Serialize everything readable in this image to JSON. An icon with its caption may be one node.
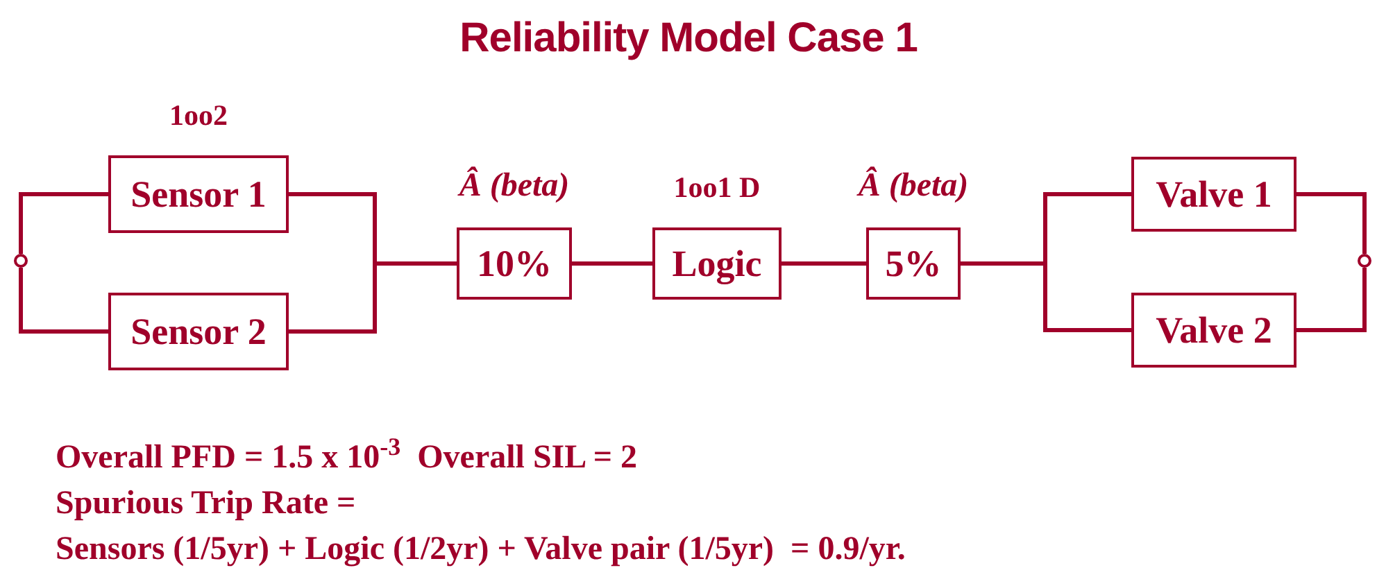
{
  "diagram": {
    "title": "Reliability Model Case 1",
    "nodes": [
      {
        "text": [],
        "shape": "circle"
      },
      {
        "text": [
          "Sensor 1"
        ],
        "beside": [
          "1oo2"
        ]
      },
      {
        "text": [
          "Sensor 2"
        ]
      },
      {
        "text": [
          "10%"
        ],
        "beside": [
          "Â (beta)"
        ]
      },
      {
        "text": [
          "Logic"
        ],
        "beside": [
          "1oo1 D"
        ]
      },
      {
        "text": [
          "5%"
        ],
        "beside": [
          "Â (beta)"
        ]
      },
      {
        "text": [
          "Valve 1"
        ]
      },
      {
        "text": [
          "Valve 2"
        ]
      },
      {
        "text": [],
        "shape": "circle"
      }
    ],
    "edges": [
      {
        "from": 0,
        "to": 1,
        "arrow": "none"
      },
      {
        "from": 0,
        "to": 2,
        "arrow": "none"
      },
      {
        "from": 1,
        "to": 3,
        "arrow": "none"
      },
      {
        "from": 2,
        "to": 3,
        "arrow": "none"
      },
      {
        "from": 3,
        "to": 4,
        "arrow": "none"
      },
      {
        "from": 4,
        "to": 5,
        "arrow": "none"
      },
      {
        "from": 5,
        "to": 6,
        "arrow": "none"
      },
      {
        "from": 5,
        "to": 7,
        "arrow": "none"
      },
      {
        "from": 6,
        "to": 8,
        "arrow": "none"
      },
      {
        "from": 7,
        "to": 8,
        "arrow": "none"
      }
    ],
    "labels": [
      "Overall PFD = 1.5 x 10$^{-3}$  Overall SIL = 2",
      "Spurious Trip Rate =",
      "Sensors (1/5yr) + Logic (1/2yr) + Valve pair (1/5yr)  = 0.9/yr."
    ]
  }
}
